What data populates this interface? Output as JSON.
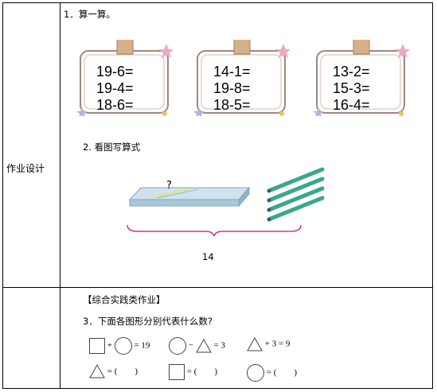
{
  "row_label": "作业设计",
  "q1_title": "1．算一算。",
  "frames": [
    {
      "eqs": [
        "19-6=",
        "19-4=",
        "18-6="
      ]
    },
    {
      "eqs": [
        "14-1=",
        "19-8=",
        "18-5="
      ]
    },
    {
      "eqs": [
        "13-2=",
        "15-3=",
        "16-4="
      ]
    }
  ],
  "q2_title": "2. 看图写算式",
  "q2_question": "?",
  "q2_total": "14",
  "section_title": "【综合实践类作业】",
  "q3_title": "3．下面各图形分别代表什么数?",
  "equations": {
    "e1_plus": "+",
    "e1_eq": "= 19",
    "e2_minus": "−",
    "e2_eq": "= 3",
    "e3_plus": "+ 3 = 9",
    "ans": "= (　　)"
  }
}
